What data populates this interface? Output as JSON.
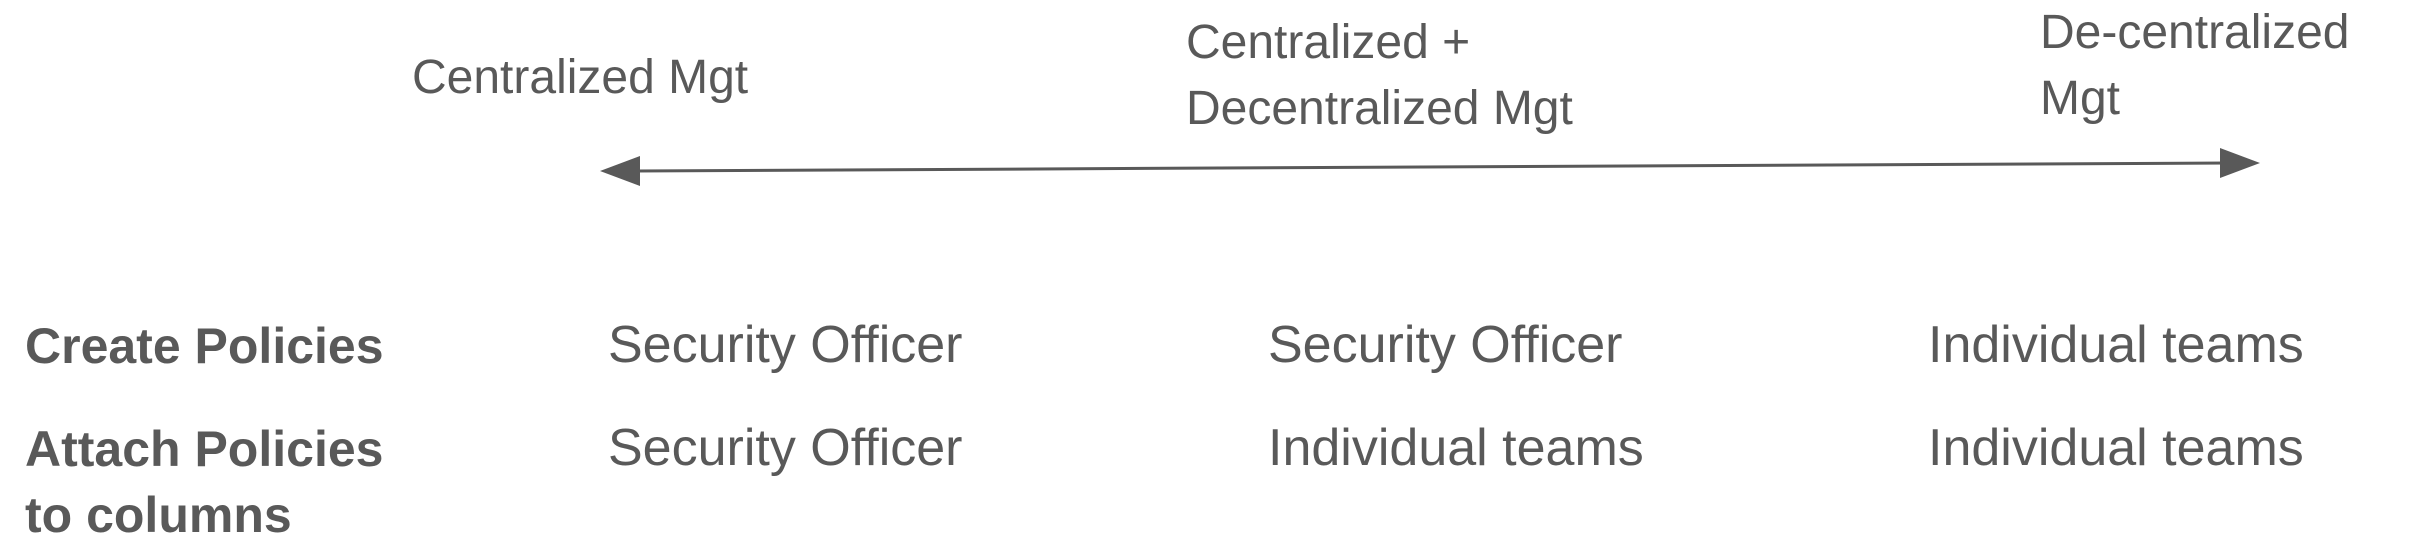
{
  "spectrum": {
    "left_label": "Centralized Mgt",
    "middle_label_line1": "Centralized +",
    "middle_label_line2": "Decentralized Mgt",
    "right_label_line1": "De-centralized",
    "right_label_line2": "Mgt",
    "arrow_color": "#595959"
  },
  "rows": [
    {
      "header_line1": "Create Policies",
      "header_line2": "",
      "centralized": "Security Officer",
      "hybrid": "Security Officer",
      "decentralized": "Individual teams"
    },
    {
      "header_line1": "Attach Policies",
      "header_line2": "to columns",
      "centralized": "Security Officer",
      "hybrid": "Individual teams",
      "decentralized": "Individual teams"
    }
  ]
}
